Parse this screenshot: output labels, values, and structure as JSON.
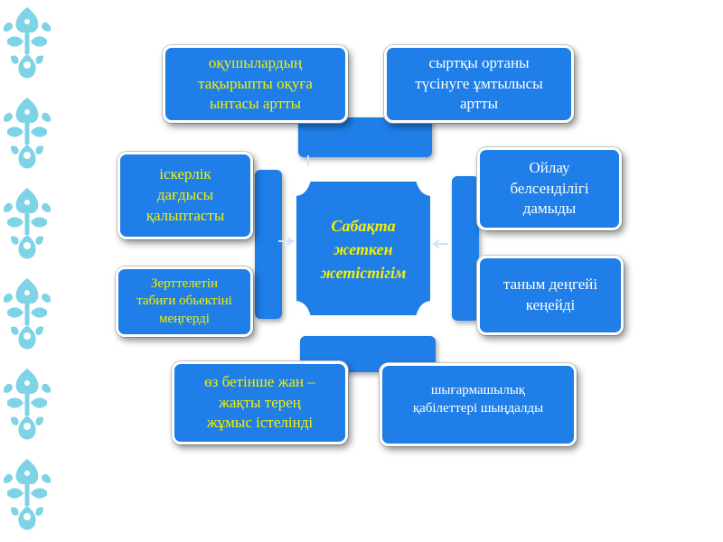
{
  "center": {
    "line1": "Сабақта",
    "line2": "жеткен",
    "line3": "жетістігім"
  },
  "boxes": {
    "top_left": {
      "lines": [
        "оқушылардың",
        "тақырыпты оқуға",
        "ынтасы артты"
      ]
    },
    "top_right": {
      "lines": [
        "сыртқы ортаны",
        "түсінуге ұмтылысы",
        "артты"
      ]
    },
    "mid_left": {
      "lines": [
        "іскерлік",
        "дағдысы",
        "қалыптасты"
      ]
    },
    "low_left": {
      "lines": [
        "Зерттелетін",
        "табиғи обьектіні",
        "меңгерді"
      ]
    },
    "mid_right": {
      "lines": [
        "Ойлау",
        "белсенділігі",
        "дамыды"
      ]
    },
    "low_right": {
      "lines": [
        "таным деңгейі",
        "кеңейді"
      ]
    },
    "bottom_left": {
      "lines": [
        "өз бетінше жан –",
        "жақты  терең",
        "жұмыс істелінді"
      ]
    },
    "bottom_right": {
      "lines": [
        "шығармашылық",
        "қабілеттері шыңдалды"
      ]
    }
  },
  "colors": {
    "box_fill": "#1f7ee8",
    "box_border": "#ffffff",
    "text_white": "#ffffff",
    "text_yellow": "#f4f000",
    "ornament": "#7fd3e6"
  },
  "ornament_icon": "kazakh-pattern-icon"
}
